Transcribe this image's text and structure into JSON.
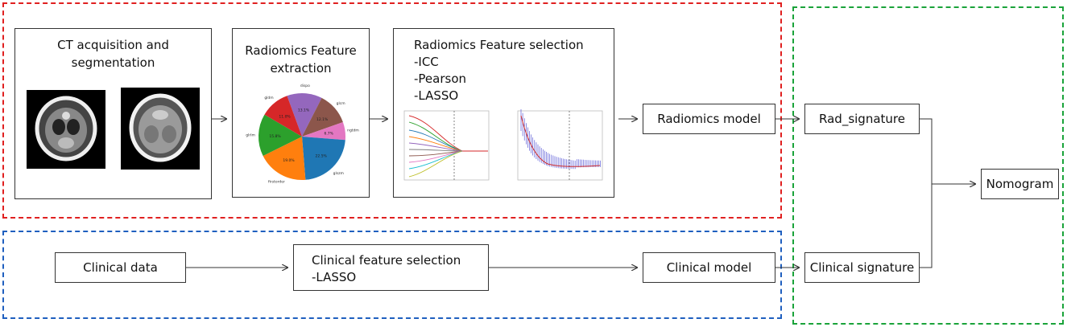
{
  "boxes": {
    "ct": {
      "line1": "CT acquisition and",
      "line2": "segmentation"
    },
    "extraction": {
      "line1": "Radiomics Feature",
      "line2": "extraction"
    },
    "selection": {
      "title": "Radiomics Feature selection",
      "items": [
        "-ICC",
        "-Pearson",
        "-LASSO"
      ]
    },
    "radiomics_model": "Radiomics model",
    "rad_signature": "Rad_signature",
    "nomogram": "Nomogram",
    "clinical_data": "Clinical data",
    "clinical_selection": {
      "title": "Clinical feature selection",
      "item": "-LASSO"
    },
    "clinical_model": "Clinical model",
    "clinical_signature": "Clinical signature"
  },
  "colors": {
    "radiomics_frame": "#e02020",
    "clinical_frame": "#1f5fbf",
    "signature_frame": "#1aa33a"
  },
  "pie": {
    "slices": [
      {
        "label": "dispo",
        "pct": "13.1%",
        "value": 13.1,
        "color": "#9467bd"
      },
      {
        "label": "glcm",
        "pct": "12.1%",
        "value": 12.1,
        "color": "#8c564b"
      },
      {
        "label": "ngtdm",
        "pct": "6.7%",
        "value": 6.7,
        "color": "#e377c2"
      },
      {
        "label": "glszm",
        "pct": "22.5%",
        "value": 22.5,
        "color": "#1f77b4"
      },
      {
        "label": "firstorder",
        "pct": "19.0%",
        "value": 19.0,
        "color": "#ff7f0e"
      },
      {
        "label": "glrlm",
        "pct": "15.8%",
        "value": 15.8,
        "color": "#2ca02c"
      },
      {
        "label": "gldm",
        "pct": "11.0%",
        "value": 11.0,
        "color": "#d62728"
      }
    ]
  }
}
